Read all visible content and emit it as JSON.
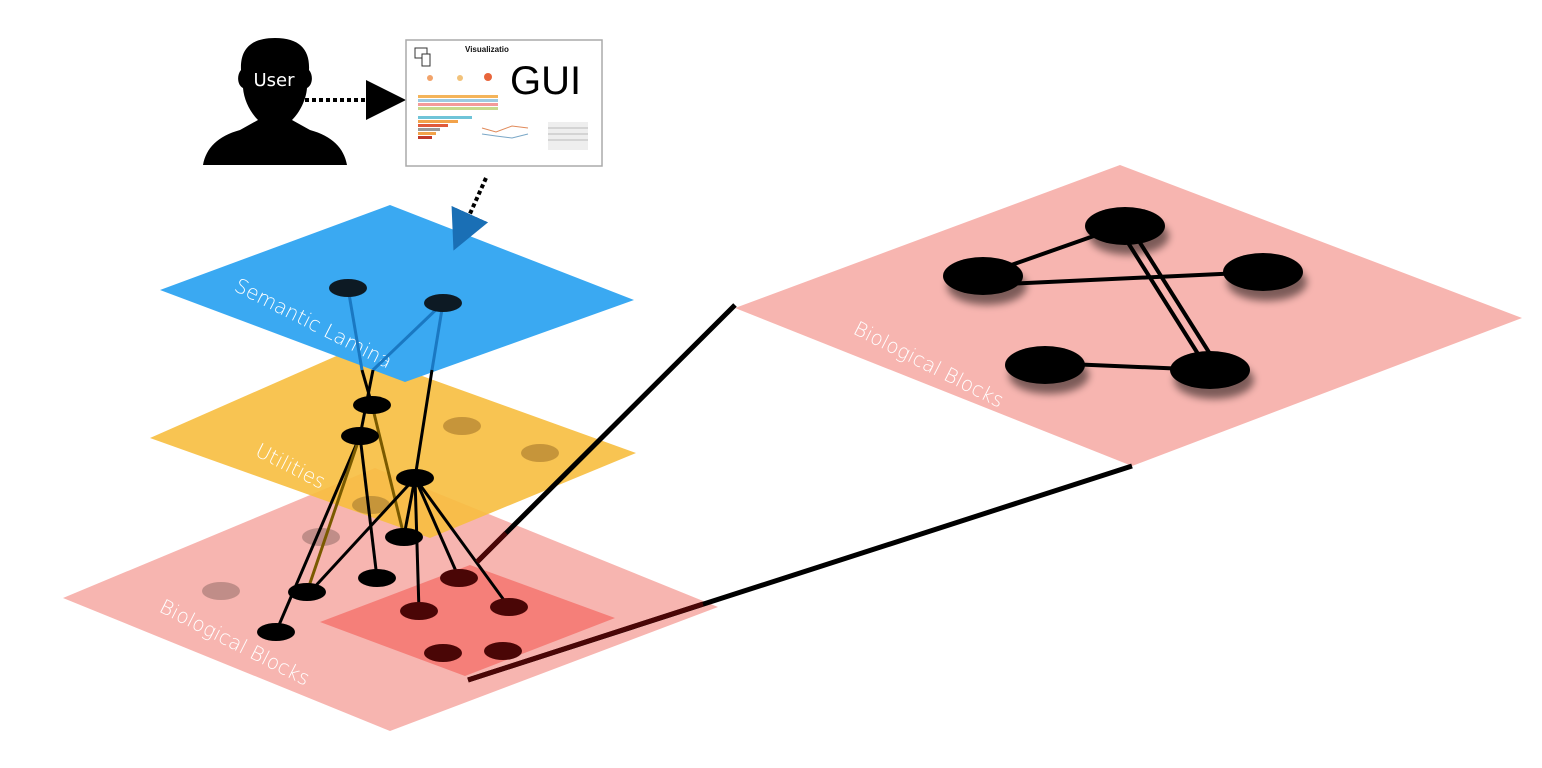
{
  "user": {
    "label": "User"
  },
  "gui": {
    "label": "GUI",
    "thumbnail_title": "Visualizatio"
  },
  "layers": {
    "semantic": {
      "label": "Semantic  Lamina",
      "color": "#3aa9f2"
    },
    "utilities": {
      "label": "Utilities",
      "color": "#f7be3f"
    },
    "biological": {
      "label": "Biological Blocks",
      "color": "#f7b5b0"
    },
    "biological_zoom": {
      "label": "Biological Blocks",
      "color": "#f7b5b0"
    },
    "highlight_color": "#f57f79"
  },
  "colors": {
    "node": "#000000",
    "node_faded": "#9a8a70",
    "node_dark_red": "#4a0606",
    "edge": "#000000"
  }
}
